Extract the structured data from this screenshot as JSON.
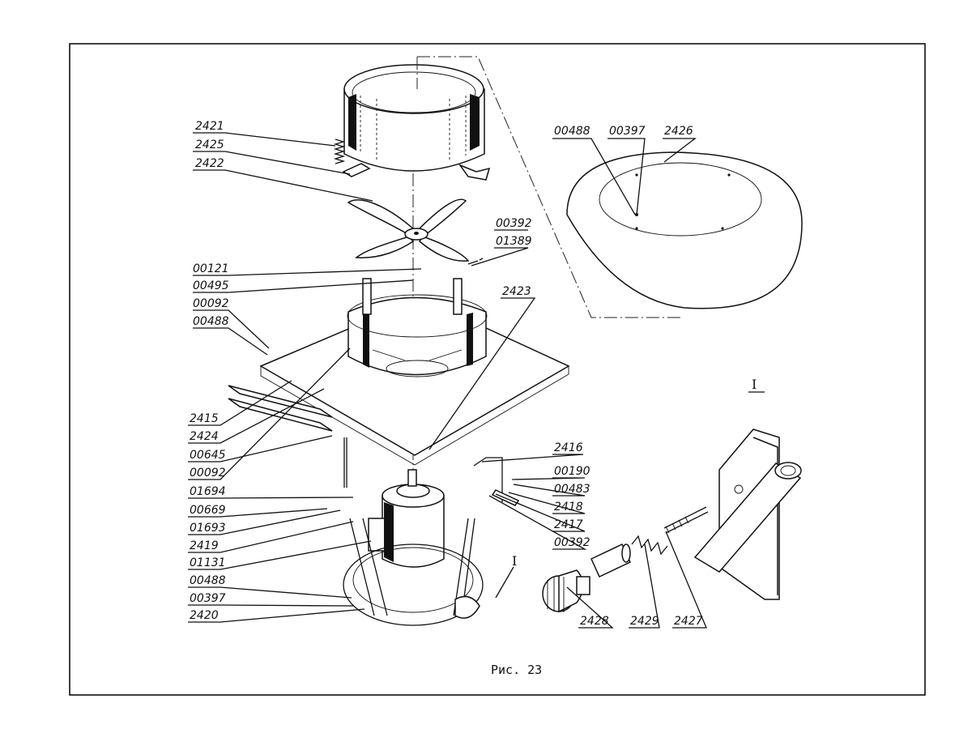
{
  "caption": "Рис. 23",
  "view_mark": "I",
  "callout_mark": "I",
  "labels": {
    "l2421": "2421",
    "l2425": "2425",
    "l2422": "2422",
    "l00121": "00121",
    "l00495": "00495",
    "l00092a": "00092",
    "l00488a": "00488",
    "l2415": "2415",
    "l2424": "2424",
    "l00645": "00645",
    "l00092b": "00092",
    "l01694": "01694",
    "l00669": "00669",
    "l01693": "01693",
    "l2419": "2419",
    "l01131": "01131",
    "l00488b": "00488",
    "l00397b": "00397",
    "l2420": "2420",
    "l00392a": "00392",
    "l01389": "01389",
    "l2423": "2423",
    "l00488c": "00488",
    "l00397c": "00397",
    "l2426": "2426",
    "l2416": "2416",
    "l00190": "00190",
    "l00483": "00483",
    "l2418": "2418",
    "l2417": "2417",
    "l00392b": "00392",
    "l2428": "2428",
    "l2429": "2429",
    "l2427": "2427"
  }
}
